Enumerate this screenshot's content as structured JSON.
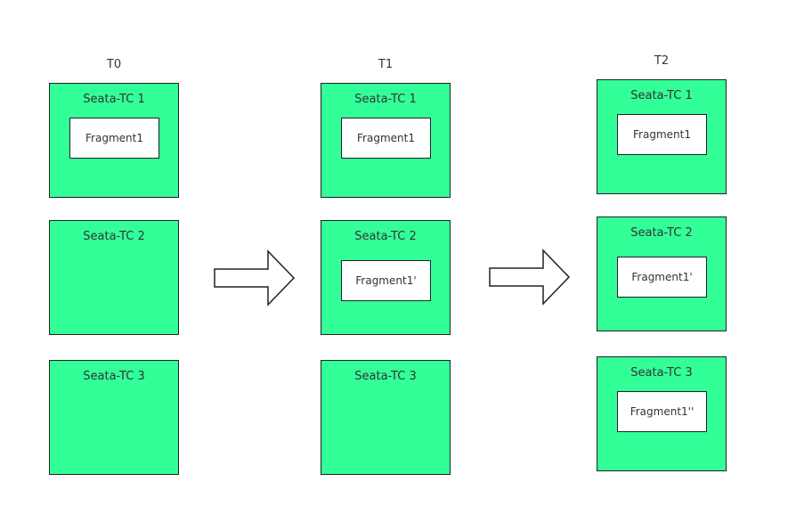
{
  "colors": {
    "node_fill": "#33ff99",
    "border": "#222222",
    "fragment_fill": "#ffffff"
  },
  "columns": [
    {
      "label": "T0",
      "nodes": [
        {
          "title": "Seata-TC 1",
          "fragment": "Fragment1"
        },
        {
          "title": "Seata-TC 2",
          "fragment": null
        },
        {
          "title": "Seata-TC 3",
          "fragment": null
        }
      ]
    },
    {
      "label": "T1",
      "nodes": [
        {
          "title": "Seata-TC 1",
          "fragment": "Fragment1"
        },
        {
          "title": "Seata-TC 2",
          "fragment": "Fragment1'"
        },
        {
          "title": "Seata-TC 3",
          "fragment": null
        }
      ]
    },
    {
      "label": "T2",
      "nodes": [
        {
          "title": "Seata-TC 1",
          "fragment": "Fragment1"
        },
        {
          "title": "Seata-TC 2",
          "fragment": "Fragment1'"
        },
        {
          "title": "Seata-TC 3",
          "fragment": "Fragment1''"
        }
      ]
    }
  ],
  "arrows": [
    {
      "icon": "right-arrow-icon"
    },
    {
      "icon": "right-arrow-icon"
    }
  ]
}
